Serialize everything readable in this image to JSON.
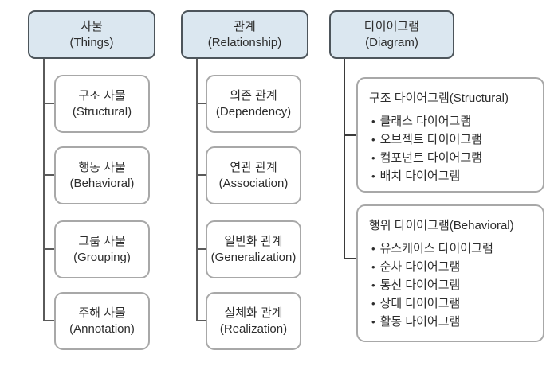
{
  "bullet": "•",
  "colors": {
    "header_fill": "#dbe7f0",
    "header_border": "#4d555b",
    "box_border": "#a8a8a8",
    "connector": "#5a5a5a",
    "text": "#2d2d2d"
  },
  "columns": [
    {
      "header": {
        "ko": "사물",
        "en": "(Things)"
      },
      "children": [
        {
          "ko": "구조 사물",
          "en": "(Structural)"
        },
        {
          "ko": "행동 사물",
          "en": "(Behavioral)"
        },
        {
          "ko": "그룹 사물",
          "en": "(Grouping)"
        },
        {
          "ko": "주해 사물",
          "en": "(Annotation)"
        }
      ]
    },
    {
      "header": {
        "ko": "관계",
        "en": "(Relationship)"
      },
      "children": [
        {
          "ko": "의존 관계",
          "en": "(Dependency)"
        },
        {
          "ko": "연관 관계",
          "en": "(Association)"
        },
        {
          "ko": "일반화 관계",
          "en": "(Generalization)"
        },
        {
          "ko": "실체화 관계",
          "en": "(Realization)"
        }
      ]
    },
    {
      "header": {
        "ko": "다이어그램",
        "en": "(Diagram)"
      },
      "groups": [
        {
          "title": "구조 다이어그램(Structural)",
          "items": [
            "클래스 다이어그램",
            "오브젝트 다이어그램",
            "컴포넌트 다이어그램",
            "배치 다이어그램"
          ]
        },
        {
          "title": "행위 다이어그램(Behavioral)",
          "items": [
            "유스케이스 다이어그램",
            "순차 다이어그램",
            "통신 다이어그램",
            "상태 다이어그램",
            "활동 다이어그램"
          ]
        }
      ]
    }
  ]
}
